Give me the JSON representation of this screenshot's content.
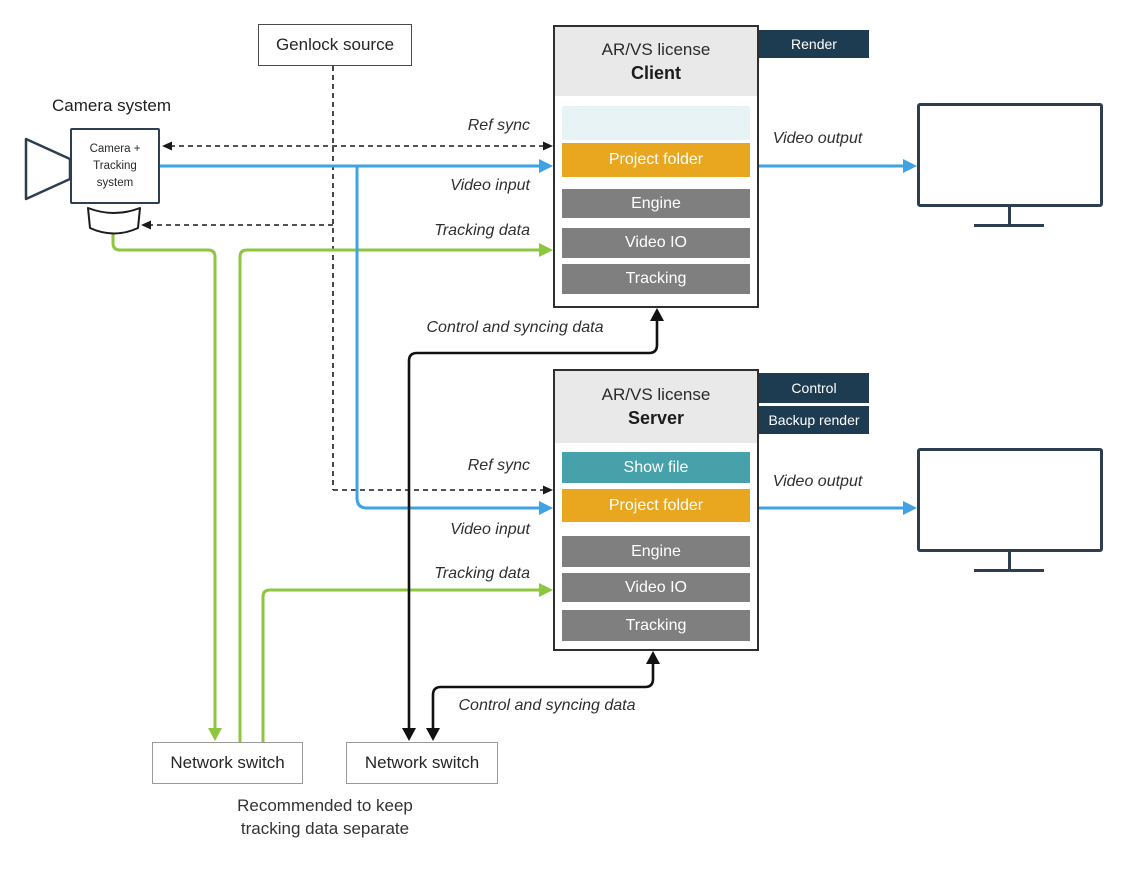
{
  "genlock": {
    "label": "Genlock source"
  },
  "camera": {
    "title": "Camera system",
    "body_line1": "Camera +",
    "body_line2": "Tracking",
    "body_line3": "system"
  },
  "client": {
    "license": "AR/VS license",
    "role": "Client",
    "badge_render": "Render",
    "module_showfile": "",
    "module_project": "Project folder",
    "module_engine": "Engine",
    "module_videoio": "Video IO",
    "module_tracking": "Tracking"
  },
  "server": {
    "license": "AR/VS license",
    "role": "Server",
    "badge_control": "Control",
    "badge_backup": "Backup render",
    "module_showfile": "Show file",
    "module_project": "Project folder",
    "module_engine": "Engine",
    "module_videoio": "Video IO",
    "module_tracking": "Tracking"
  },
  "flow_labels": {
    "ref_sync_client": "Ref sync",
    "video_input_client": "Video input",
    "tracking_data_client": "Tracking data",
    "control_sync_client": "Control and syncing data",
    "video_output_client": "Video output",
    "ref_sync_server": "Ref sync",
    "video_input_server": "Video input",
    "tracking_data_server": "Tracking data",
    "control_sync_server": "Control and syncing data",
    "video_output_server": "Video output"
  },
  "switches": {
    "left": "Network switch",
    "right": "Network switch"
  },
  "note": {
    "line1": "Recommended to keep",
    "line2": "tracking data separate"
  },
  "colors": {
    "line_video": "#3ea2e4",
    "line_tracking": "#8dc63f",
    "line_control": "#111111",
    "line_refsync": "#1a1a1a",
    "badge_bg": "#1d3c52",
    "module_gray": "#7f7f7f",
    "module_orange": "#e9a61f",
    "module_teal": "#47a1ab",
    "module_lightblue": "#e7f3f5",
    "header_bg": "#e9e9e9",
    "device_outline": "#2d3e50"
  }
}
